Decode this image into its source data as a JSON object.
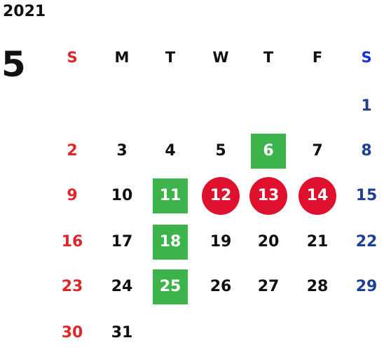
{
  "year": "2021",
  "month": "5",
  "weekdays": [
    "S",
    "M",
    "T",
    "W",
    "T",
    "F",
    "S"
  ],
  "weeks": [
    [
      "",
      "",
      "",
      "",
      "",
      "",
      "1"
    ],
    [
      "2",
      "3",
      "4",
      "5",
      "6",
      "7",
      "8"
    ],
    [
      "9",
      "10",
      "11",
      "12",
      "13",
      "14",
      "15"
    ],
    [
      "16",
      "17",
      "18",
      "19",
      "20",
      "21",
      "22"
    ],
    [
      "23",
      "24",
      "25",
      "26",
      "27",
      "28",
      "29"
    ],
    [
      "30",
      "31",
      "",
      "",
      "",
      "",
      ""
    ]
  ],
  "highlights": {
    "green_square_days": [
      "6",
      "11",
      "18",
      "25"
    ],
    "red_circle_days": [
      "12",
      "13",
      "14"
    ]
  },
  "colors": {
    "sunday": "#e0262b",
    "saturday": "#1e3f93",
    "saturday_header": "#1533d6",
    "weekday": "#111111",
    "green_highlight": "#3cb44b",
    "red_highlight": "#e0102f"
  }
}
